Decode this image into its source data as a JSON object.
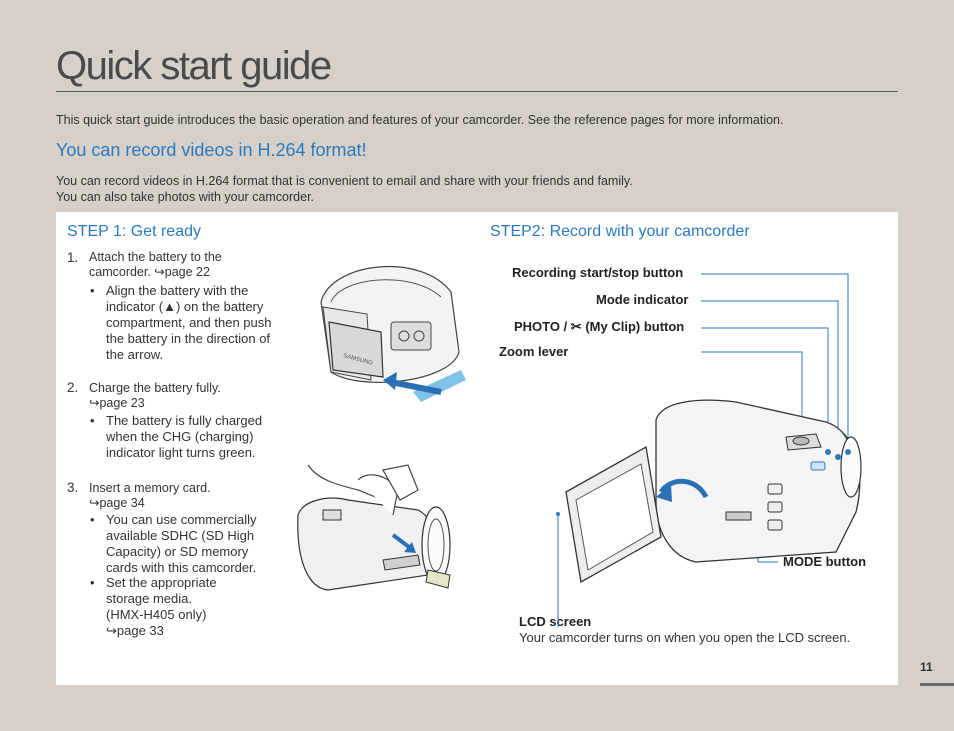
{
  "page": {
    "title": "Quick start guide",
    "intro": "This quick start guide introduces the basic operation and features of your camcorder. See the reference pages for more information.",
    "subheading": "You can record videos in H.264 format!",
    "para_lines": [
      "You can record videos in H.264 format that is convenient to email and share with your friends and family.",
      "You can also take photos with your camcorder."
    ],
    "page_number": "11"
  },
  "step1": {
    "title": "STEP 1: Get ready",
    "items": [
      {
        "num": "1.",
        "lines": [
          "Attach the battery to the",
          "camcorder. ↪page 22"
        ],
        "bullets": [
          [
            "Align the battery with the",
            "indicator (▲) on the battery",
            "compartment, and then push",
            "the battery in the direction of",
            "the arrow."
          ]
        ]
      },
      {
        "num": "2.",
        "lines": [
          "Charge the battery fully.",
          "↪page 23"
        ],
        "bullets": [
          [
            "The battery is fully charged",
            "when the CHG (charging)",
            "indicator light turns green."
          ]
        ]
      },
      {
        "num": "3.",
        "lines": [
          "Insert a memory card.",
          "↪page 34"
        ],
        "bullets": [
          [
            "You can use commercially",
            "available SDHC (SD High",
            "Capacity) or SD memory",
            "cards with this camcorder."
          ],
          [
            "Set the appropriate",
            "storage media.",
            "(HMX-H405 only)",
            "↪page 33"
          ]
        ]
      }
    ]
  },
  "step2": {
    "title": "STEP2: Record with your camcorder",
    "callouts": {
      "record": "Recording start/stop button",
      "mode_indicator": "Mode indicator",
      "photo": "PHOTO / ✂ (My Clip) button",
      "zoom": "Zoom lever",
      "mode_button": "MODE button",
      "lcd": "LCD screen"
    },
    "lcd_desc": "Your camcorder turns on when you open the LCD screen."
  },
  "colors": {
    "accent": "#2b7ac0",
    "background": "#d6d0c9",
    "panel": "#ffffff"
  },
  "icons": [
    "page-ref-arrow-icon",
    "battery-camcorder-illustration",
    "memory-card-illustration",
    "camcorder-open-lcd-illustration"
  ]
}
